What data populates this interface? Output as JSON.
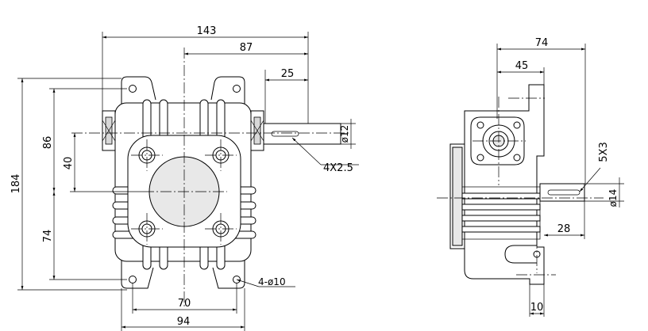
{
  "front_view": {
    "dim_total_width": "143",
    "dim_output_to_edge": "87",
    "dim_shaft_length": "25",
    "dim_shaft_dia": "ø12",
    "dim_key": "4X2.5",
    "dim_total_height": "184",
    "dim_upper_height": "86",
    "dim_center_offset": "40",
    "dim_lower_height": "74",
    "dim_mount_holes": "4-ø10",
    "dim_hole_spacing": "70",
    "dim_base_width": "94"
  },
  "side_view": {
    "dim_total_depth": "74",
    "dim_center_depth": "45",
    "dim_key": "5X3",
    "dim_shaft_dia": "ø14",
    "dim_shaft_length": "28",
    "dim_foot_thickness": "10"
  }
}
